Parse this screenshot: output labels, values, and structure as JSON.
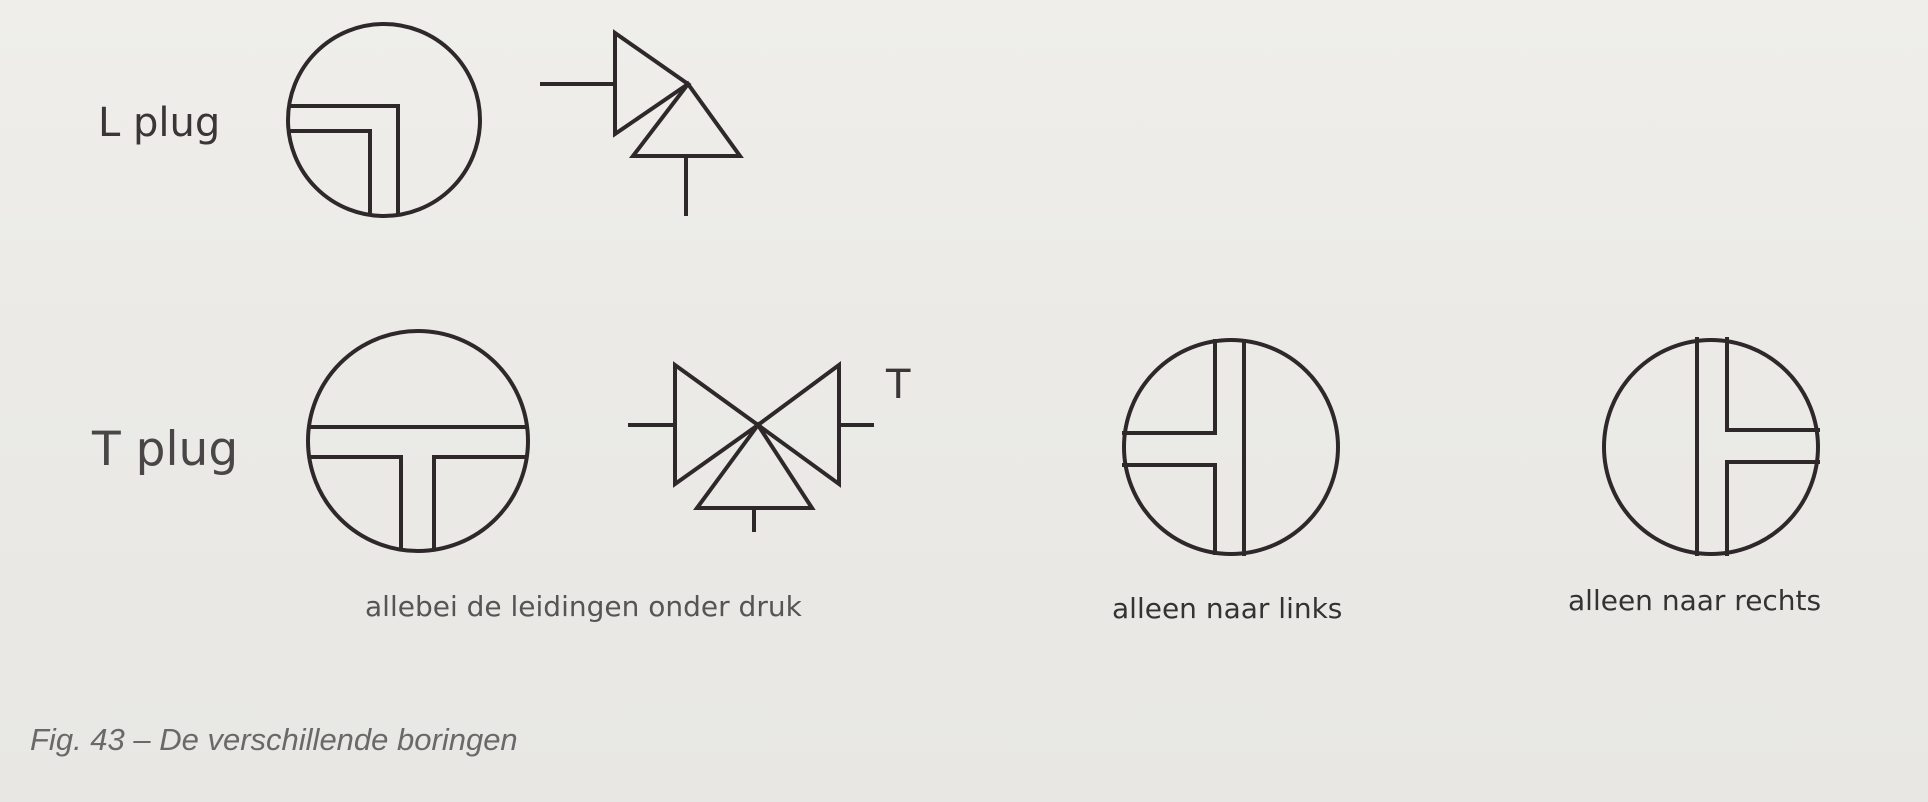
{
  "labels": {
    "l_plug": "L plug",
    "t_plug": "T plug",
    "t_marker": "T"
  },
  "captions": {
    "both_pressurized": "allebei de leidingen onder druk",
    "left_only": "alleen naar links",
    "right_only": "alleen naar rechts"
  },
  "figure_caption": "Fig. 43 – De verschillende boringen",
  "colors": {
    "line": "#2e282b",
    "background": "#ecebe7",
    "caption": "#6a6869"
  }
}
